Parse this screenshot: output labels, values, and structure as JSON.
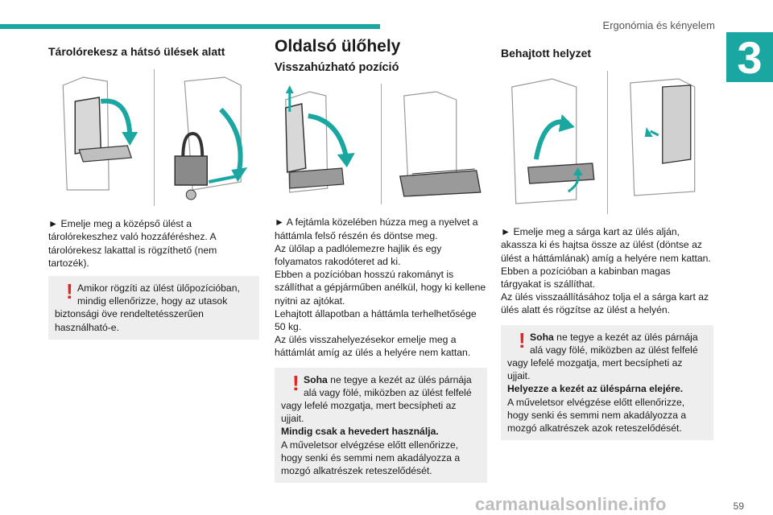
{
  "header": {
    "chapter_title": "Ergonómia és kényelem",
    "chapter_number": "3",
    "accent_color": "#1ba7a1"
  },
  "col1": {
    "heading": "Tárolórekesz a hátsó ülések alatt",
    "instruction": "► Emelje meg a középső ülést a tárolórekeszhez való hozzáféréshez. A tárolórekesz lakattal is rögzíthető (nem tartozék).",
    "warning": {
      "first_line": "Amikor rögzíti az ülést ülőpozícióban, mindig ellenőrizze, hogy az utasok",
      "rest": "biztonsági öve rendeltetésszerűen használható-e."
    }
  },
  "col2": {
    "title": "Oldalsó ülőhely",
    "subtitle": "Visszahúzható pozíció",
    "paragraphs": [
      "► A fejtámla közelében húzza meg a nyelvet a háttámla felső részén és döntse meg.",
      "Az ülőlap a padlólemezre hajlik és egy folyamatos rakodóteret ad ki.",
      "Ebben a pozícióban hosszú rakományt is szállíthat a gépjárműben anélkül, hogy ki kellene nyitni az ajtókat.",
      "Lehajtott állapotban a háttámla terhelhetősége 50 kg.",
      "Az ülés visszahelyezésekor emelje meg a háttámlát amíg az ülés a helyére nem kattan."
    ],
    "warning": {
      "bold_start": "Soha",
      "first_line": " ne tegye a kezét az ülés párnája alá vagy fölé, miközben az ülést felfelé",
      "rest": "vagy lefelé mozgatja, mert becsípheti az ujjait.",
      "bold_line": "Mindig csak a hevedert használja.",
      "tail": "A műveletsor elvégzése előtt ellenőrizze, hogy senki és semmi nem akadályozza a mozgó alkatrészek reteszelődését."
    }
  },
  "col3": {
    "heading": "Behajtott helyzet",
    "paragraphs": [
      "► Emelje meg a sárga kart az ülés alján, akassza ki és hajtsa össze az ülést (döntse az ülést a háttámlának) amíg a helyére nem kattan.",
      "Ebben a pozícióban a kabinban magas tárgyakat is szállíthat.",
      "Az ülés visszaállításához tolja el a sárga kart az ülés alatt és rögzítse az ülést a helyén."
    ],
    "warning": {
      "bold_start": "Soha",
      "first_line": " ne tegye a kezét az ülés párnája alá vagy fölé, miközben az ülést felfelé",
      "rest": "vagy lefelé mozgatja, mert becsípheti az ujjait.",
      "bold_line": "Helyezze a kezét az üléspárna elejére.",
      "tail": "A műveletsor elvégzése előtt ellenőrizze, hogy senki és semmi nem akadályozza a mozgó alkatrészek azok reteszelődését."
    }
  },
  "footer": {
    "page_number": "59",
    "watermark": "carmanualsonline.info"
  }
}
